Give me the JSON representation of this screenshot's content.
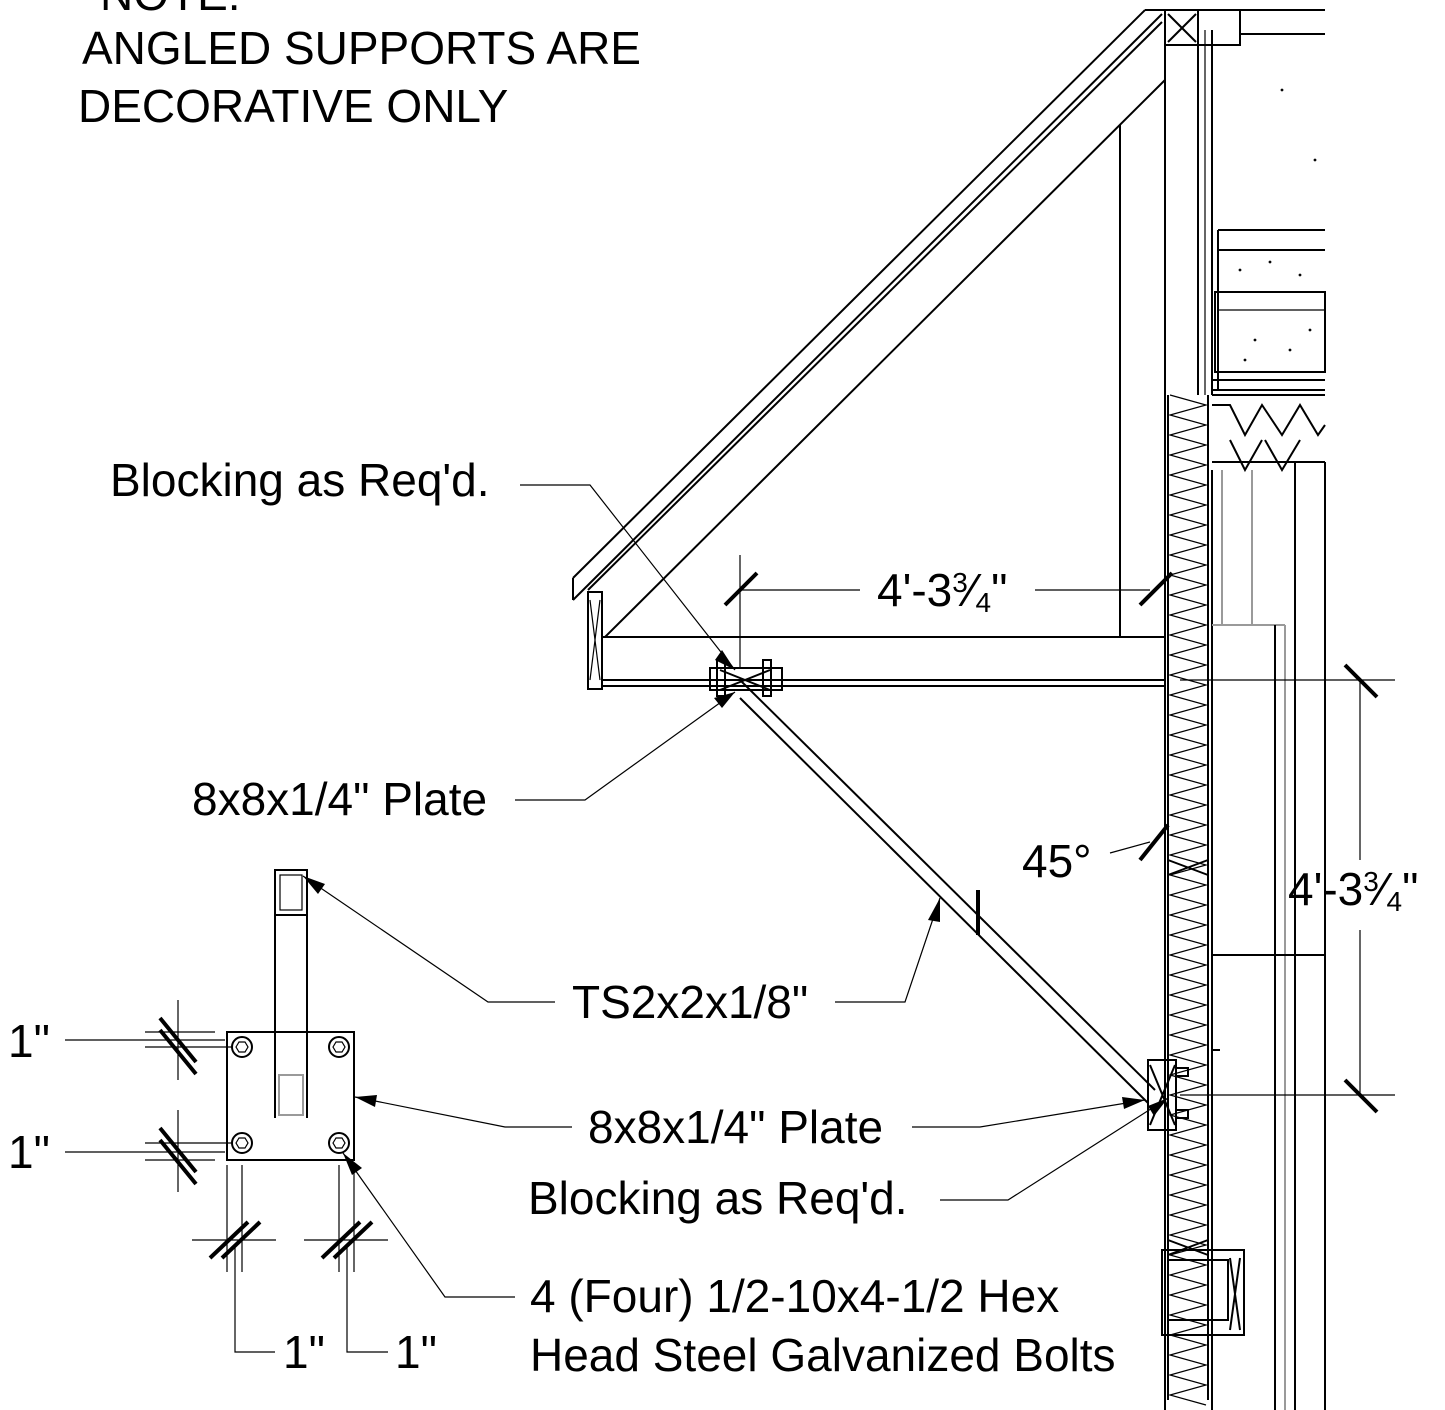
{
  "note": {
    "line0": "NOTE:",
    "line1": "ANGLED SUPPORTS ARE",
    "line2": "DECORATIVE ONLY"
  },
  "labels": {
    "blocking_top": "Blocking as Req'd.",
    "plate_top": "8x8x1/4\" Plate",
    "tube": "TS2x2x1/8\"",
    "plate_bottom": "8x8x1/4\" Plate",
    "blocking_bottom": "Blocking as Req'd.",
    "bolts_line1": "4 (Four) 1/2-10x4-1/2 Hex",
    "bolts_line2": "Head Steel Galvanized Bolts",
    "angle": "45°"
  },
  "dimensions": {
    "horizontal": {
      "main": "4'-3",
      "fraction_num": "3",
      "fraction_den": "4",
      "suffix": "\""
    },
    "vertical": {
      "main": "4'-3",
      "fraction_num": "3",
      "fraction_den": "4",
      "suffix": "\""
    },
    "plate_left_top": "1\"",
    "plate_left_bottom": "1\"",
    "plate_bottom_left": "1\"",
    "plate_bottom_right": "1\""
  }
}
